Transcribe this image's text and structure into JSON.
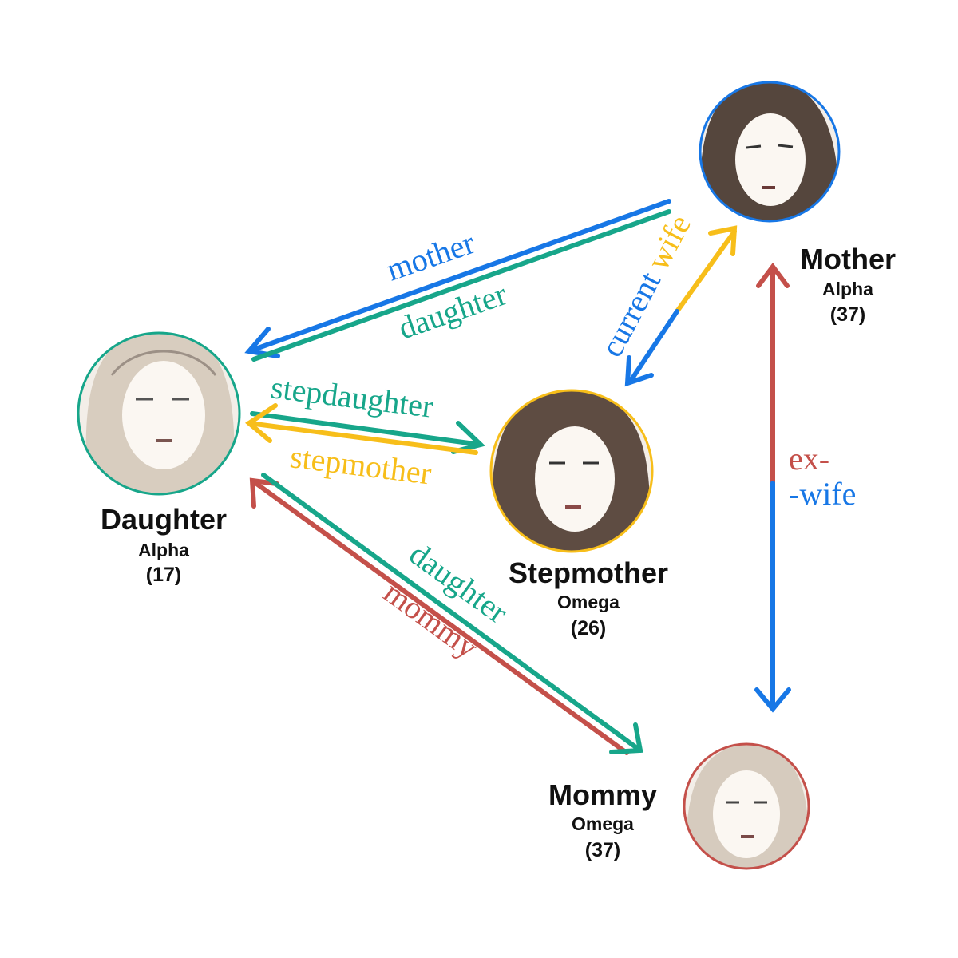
{
  "colors": {
    "blue": "#1777E6",
    "teal": "#17A68A",
    "yellow": "#F7BE1A",
    "red": "#C4504A",
    "black": "#111111",
    "portrait_bg": "#F3EEE8",
    "hair_dark": "#5A4A41",
    "hair_light": "#D6CBBE",
    "skin": "#FBF7F2"
  },
  "characters": {
    "daughter": {
      "name": "Daughter",
      "type": "Alpha",
      "age": "(17)",
      "ring": "#17A68A",
      "hair": "#D8CDBF"
    },
    "mother": {
      "name": "Mother",
      "type": "Alpha",
      "age": "(37)",
      "ring": "#1777E6",
      "hair": "#55463D"
    },
    "stepmother": {
      "name": "Stepmother",
      "type": "Omega",
      "age": "(26)",
      "ring": "#F7BE1A",
      "hair": "#5E4C42"
    },
    "mommy": {
      "name": "Mommy",
      "type": "Omega",
      "age": "(37)",
      "ring": "#C4504A",
      "hair": "#D6CBBE"
    }
  },
  "relations": {
    "mother": "mother",
    "daughter_top": "daughter",
    "current": "current",
    "wife": "wife",
    "stepdaughter": "stepdaughter",
    "stepmother": "stepmother",
    "daughter_bottom": "daughter",
    "mommy": "mommy",
    "ex": "ex-",
    "wife2": "-wife"
  }
}
